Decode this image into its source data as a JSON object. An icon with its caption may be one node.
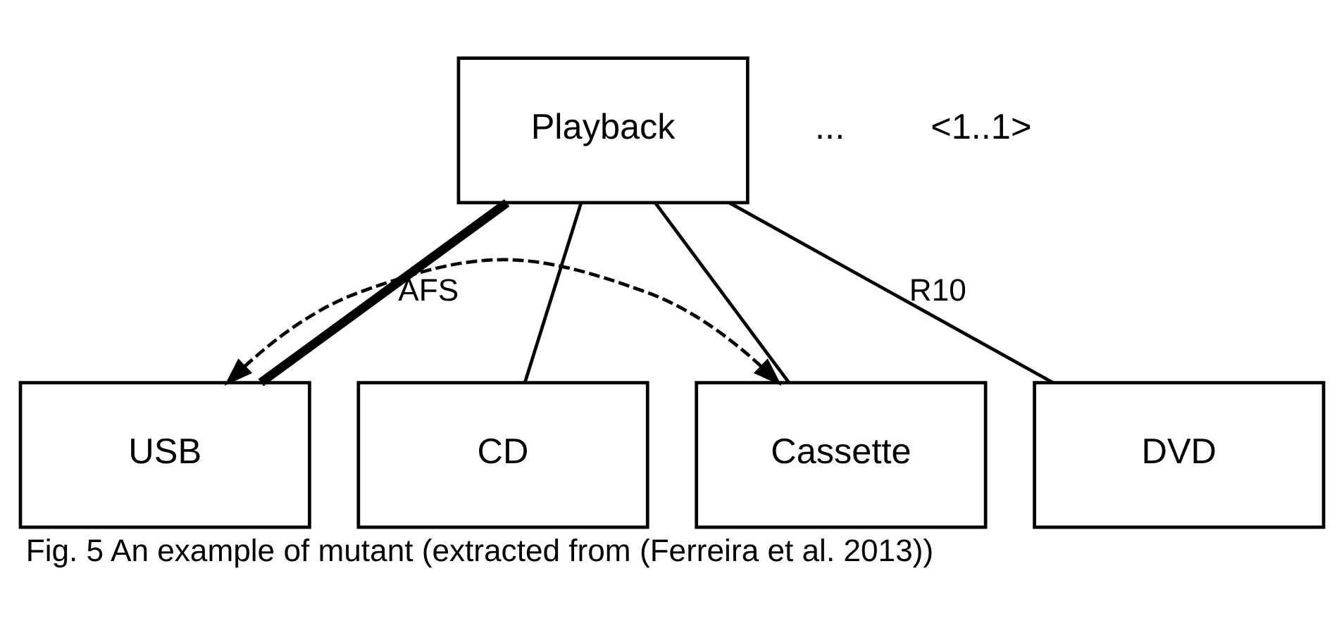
{
  "diagram": {
    "caption": "Fig. 5 An example of mutant (extracted from (Ferreira et al. 2013))",
    "nodes": [
      {
        "text": [
          "Playback"
        ]
      },
      {
        "text": [
          "USB"
        ]
      },
      {
        "text": [
          "CD"
        ]
      },
      {
        "text": [
          "Cassette"
        ]
      },
      {
        "text": [
          "DVD"
        ]
      }
    ],
    "edges": [
      {
        "from": 0,
        "to": 1,
        "arrow": "none",
        "style": "thick",
        "label": "AFS"
      },
      {
        "from": 0,
        "to": 2,
        "arrow": "none"
      },
      {
        "from": 0,
        "to": 3,
        "arrow": "none"
      },
      {
        "from": 0,
        "to": 4,
        "arrow": "none",
        "label": "R10"
      },
      {
        "from": 1,
        "to": 3,
        "arrow": "both",
        "style": "dashed"
      }
    ],
    "labels": [
      "...",
      "<1..1>"
    ]
  }
}
